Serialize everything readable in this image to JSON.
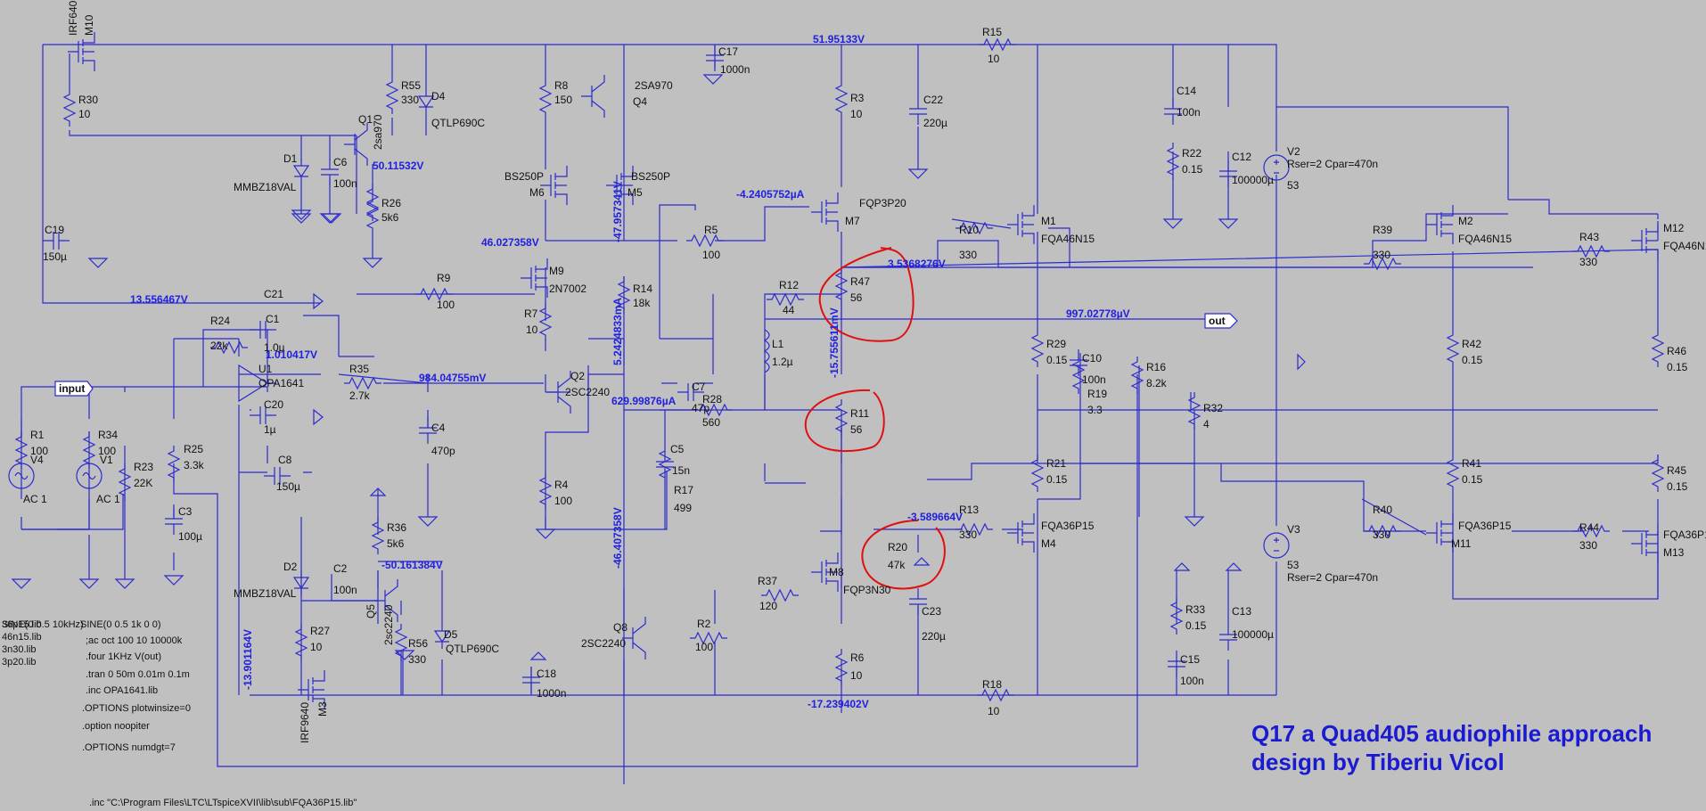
{
  "colors": {
    "background": "#c0c0c0",
    "wire": "#2b2bd0",
    "voltage": "#2020e0",
    "annotation": "#e01010",
    "title": "#1a1ad0"
  },
  "title": {
    "line1": "Q17 a Quad405 audiophile approach",
    "line2": "design by Tiberiu Vicol"
  },
  "ports": {
    "input": "input",
    "out": "out"
  },
  "voltages": {
    "top_rail": "51.95133V",
    "q1_emitter": "50.11532V",
    "m6": "46.027358V",
    "node_13": "13.556467V",
    "u1_out": "1.010417V",
    "c4_node": "984.04755mV",
    "m7": "-4.2405752µA",
    "out_top": "3.5368276V",
    "out_node": "997.02778µV",
    "v_5242": "5.2424833mA",
    "v_4795": "-47.957341V",
    "v_157": "-15.755611mV",
    "i_629": "629.99876µA",
    "v_464": "-46.407358V",
    "v_3589": "-3.589664V",
    "v_5016": "-50.161384V",
    "v_139": "-13.901164V",
    "bottom_rail": "-17.239402V"
  },
  "components": {
    "M10": "M10",
    "IRF640": "IRF640",
    "R30": "R30",
    "R30v": "10",
    "R55": "R55",
    "R55v": "330",
    "D4": "D4",
    "QTLP": "QTLP690C",
    "Q1": "Q1",
    "Q1v": "2sa970",
    "D1": "D1",
    "D1v": "MMBZ18VAL",
    "C6": "C6",
    "C6v": "100n",
    "R26": "R26",
    "R26v": "5k6",
    "C19": "C19",
    "C19v": "150µ",
    "R9": "R9",
    "R9v": "100",
    "R8": "R8",
    "R8v": "150",
    "Q4": "Q4",
    "Q4v": "2SA970",
    "M6": "M6",
    "M5": "M5",
    "BS250P": "BS250P",
    "R5": "R5",
    "R5v": "100",
    "M9": "M9",
    "M9v": "2N7002",
    "R14": "R14",
    "R14v": "18k",
    "R7": "R7",
    "R7v": "10",
    "Q2": "Q2",
    "Q2v": "2SC2240",
    "R4": "R4",
    "R4v": "100",
    "C17": "C17",
    "C17v": "1000n",
    "R3": "R3",
    "R3v": "10",
    "C22": "C22",
    "C22v": "220µ",
    "M7": "M7",
    "M7v": "FQP3P20",
    "R47": "R47",
    "R47v": "56",
    "R12": "R12",
    "R12v": "44",
    "L1": "L1",
    "L1v": "1.2µ",
    "C7": "C7",
    "C7v": "47p",
    "R28": "R28",
    "R28v": "560",
    "R11": "R11",
    "R11v": "56",
    "C5": "C5",
    "C5v": "15n",
    "R17": "R17",
    "R17v": "499",
    "R20": "R20",
    "R20v": "47k",
    "M8": "M8",
    "M8v": "FQP3N30",
    "R37": "R37",
    "R37v": "120",
    "Q8": "Q8",
    "Q8v": "2SC2240",
    "R2": "R2",
    "R2v": "100",
    "R6": "R6",
    "R6v": "10",
    "C23": "C23",
    "C23v": "220µ",
    "C18": "C18",
    "C18v": "1000n",
    "R15": "R15",
    "R15v": "10",
    "R18": "R18",
    "R18v": "10",
    "R10": "R10",
    "R10v": "330",
    "M1": "M1",
    "M1v": "FQA46N15",
    "R13": "R13",
    "R13v": "330",
    "M4": "M4",
    "M4v": "FQA36P15",
    "R29": "R29",
    "R29v": "0.15",
    "R21": "R21",
    "R21v": "0.15",
    "C10": "C10",
    "C10v": "100n",
    "R19": "R19",
    "R19v": "3.3",
    "R16": "R16",
    "R16v": "8.2k",
    "R32": "R32",
    "R32v": "4",
    "C14": "C14",
    "C14v": "100n",
    "R22": "R22",
    "R22v": "0.15",
    "C12": "C12",
    "C12v": "100000µ",
    "V2": "V2",
    "V2v": "53",
    "Rser": "Rser=2 Cpar=470n",
    "V3": "V3",
    "V3v": "53",
    "R33": "R33",
    "R33v": "0.15",
    "C13": "C13",
    "C13v": "100000µ",
    "C15": "C15",
    "C15v": "100n",
    "M2": "M2",
    "M2v": "FQA46N15",
    "R39": "R39",
    "R39v": "330",
    "R42": "R42",
    "R42v": "0.15",
    "R41": "R41",
    "R41v": "0.15",
    "R40": "R40",
    "R40v": "330",
    "M11": "M11",
    "M11v": "FQA36P15",
    "M12": "M12",
    "M12v": "FQA46N1",
    "R43": "R43",
    "R43v": "330",
    "R46": "R46",
    "R46v": "0.15",
    "R45": "R45",
    "R45v": "0.15",
    "R44": "R44",
    "R44v": "330",
    "M13": "M13",
    "M13v": "FQA36P1",
    "U1": "U1",
    "U1v": "OPA1641",
    "R24": "R24",
    "R24v": "22k",
    "C21": "C21",
    "C21v": "1.0µ",
    "C1": "C1",
    "R35": "R35",
    "R35v": "2.7k",
    "C4": "C4",
    "C4v": "470p",
    "C20": "C20",
    "C20v": "1µ",
    "R1": "R1",
    "R1v": "100",
    "V4": "V4",
    "R34": "R34",
    "R34v": "100",
    "V1": "V1",
    "AC1": "AC 1",
    "R23": "R23",
    "R23v": "22K",
    "R25": "R25",
    "R25v": "3.3k",
    "C3": "C3",
    "C3v": "100µ",
    "C8": "C8",
    "C8v": "150µ",
    "R36": "R36",
    "R36v": "5k6",
    "D2": "D2",
    "D2v": "MMBZ18VAL",
    "C2": "C2",
    "C2v": "100n",
    "Q5": "Q5",
    "Q5v": "2sc2240",
    "D5": "D5",
    "R27": "R27",
    "R27v": "10",
    "R56": "R56",
    "R56v": "330",
    "M3": "M3",
    "IRF9640": "IRF9640"
  },
  "directives": [
    "SINE(0 0.5 10kHz)",
    "SINE(0 0.5 1k 0 0)",
    "36p15.lib",
    "46n15.lib",
    "3n30.lib",
    "3p20.lib",
    ";ac oct 100 10 10000k",
    ".four 1KHz V(out)",
    ".tran 0 50m 0.01m 0.1m",
    ".inc OPA1641.lib",
    ".OPTIONS plotwinsize=0",
    ".option noopiter",
    ".OPTIONS numdgt=7",
    ".inc \"C:\\Program Files\\LTC\\LTspiceXVII\\lib\\sub\\FQA36P15.lib\""
  ]
}
